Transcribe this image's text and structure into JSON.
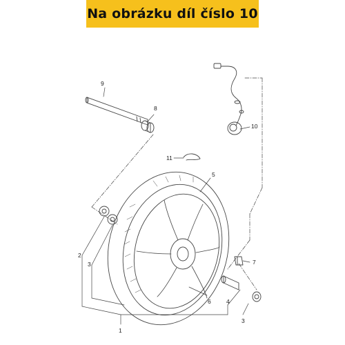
{
  "banner": {
    "text": "Na obrázku díl číslo 10",
    "background": "#f6c01c"
  },
  "diagram": {
    "line_color": "#444444",
    "parts": [
      {
        "number": "1",
        "name": "front-wheel-assembly"
      },
      {
        "number": "2",
        "name": "oil-seal-left"
      },
      {
        "number": "3",
        "name": "bearing"
      },
      {
        "number": "4",
        "name": "spacer"
      },
      {
        "number": "5",
        "name": "tire"
      },
      {
        "number": "6",
        "name": "brake-disc-bolt"
      },
      {
        "number": "7",
        "name": "valve"
      },
      {
        "number": "8",
        "name": "collar"
      },
      {
        "number": "9",
        "name": "wheel-axle"
      },
      {
        "number": "10",
        "name": "speed-sensor"
      },
      {
        "number": "11",
        "name": "clip"
      }
    ]
  }
}
